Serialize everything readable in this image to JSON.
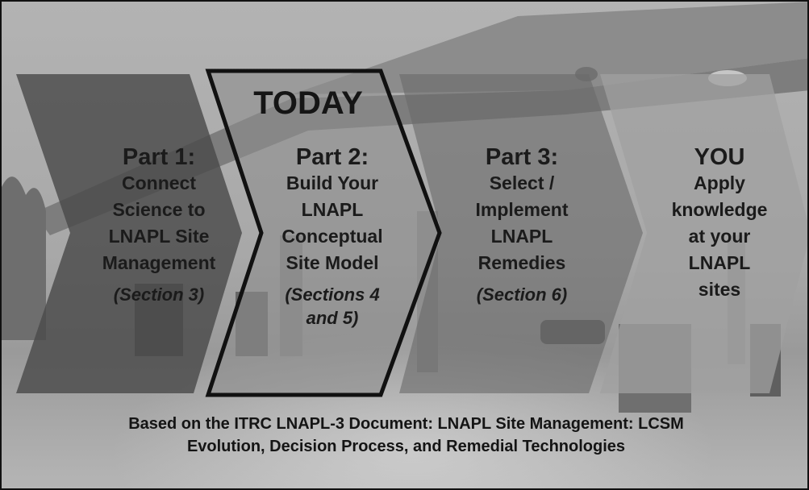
{
  "slide": {
    "colors": {
      "background": "#a8a8a8",
      "chevron_part1": "#4a4a4a",
      "chevron_part2": "#8e8e8e",
      "chevron_part3": "#6a6a6a",
      "chevron_you": "#9c9c9c",
      "highlight_outline": "#111111",
      "text": "#1b1b1b"
    },
    "today_label": "TODAY",
    "steps": [
      {
        "head": "Part 1:",
        "lines": [
          "Connect",
          "Science to",
          "LNAPL Site",
          "Management"
        ],
        "section": "(Section 3)"
      },
      {
        "head": "Part 2:",
        "lines": [
          "Build Your",
          "LNAPL",
          "Conceptual",
          "Site Model"
        ],
        "section": "(Sections 4",
        "section2": "and 5)"
      },
      {
        "head": "Part 3:",
        "lines": [
          "Select /",
          "Implement",
          "LNAPL",
          "Remedies"
        ],
        "section": "(Section 6)"
      },
      {
        "head": "YOU",
        "lines": [
          "Apply",
          "knowledge",
          "at your",
          "LNAPL",
          "sites"
        ]
      }
    ],
    "footer": {
      "line1": "Based on the ITRC LNAPL-3 Document:  LNAPL Site Management: LCSM",
      "line2": "Evolution, Decision Process, and Remedial Technologies"
    }
  }
}
